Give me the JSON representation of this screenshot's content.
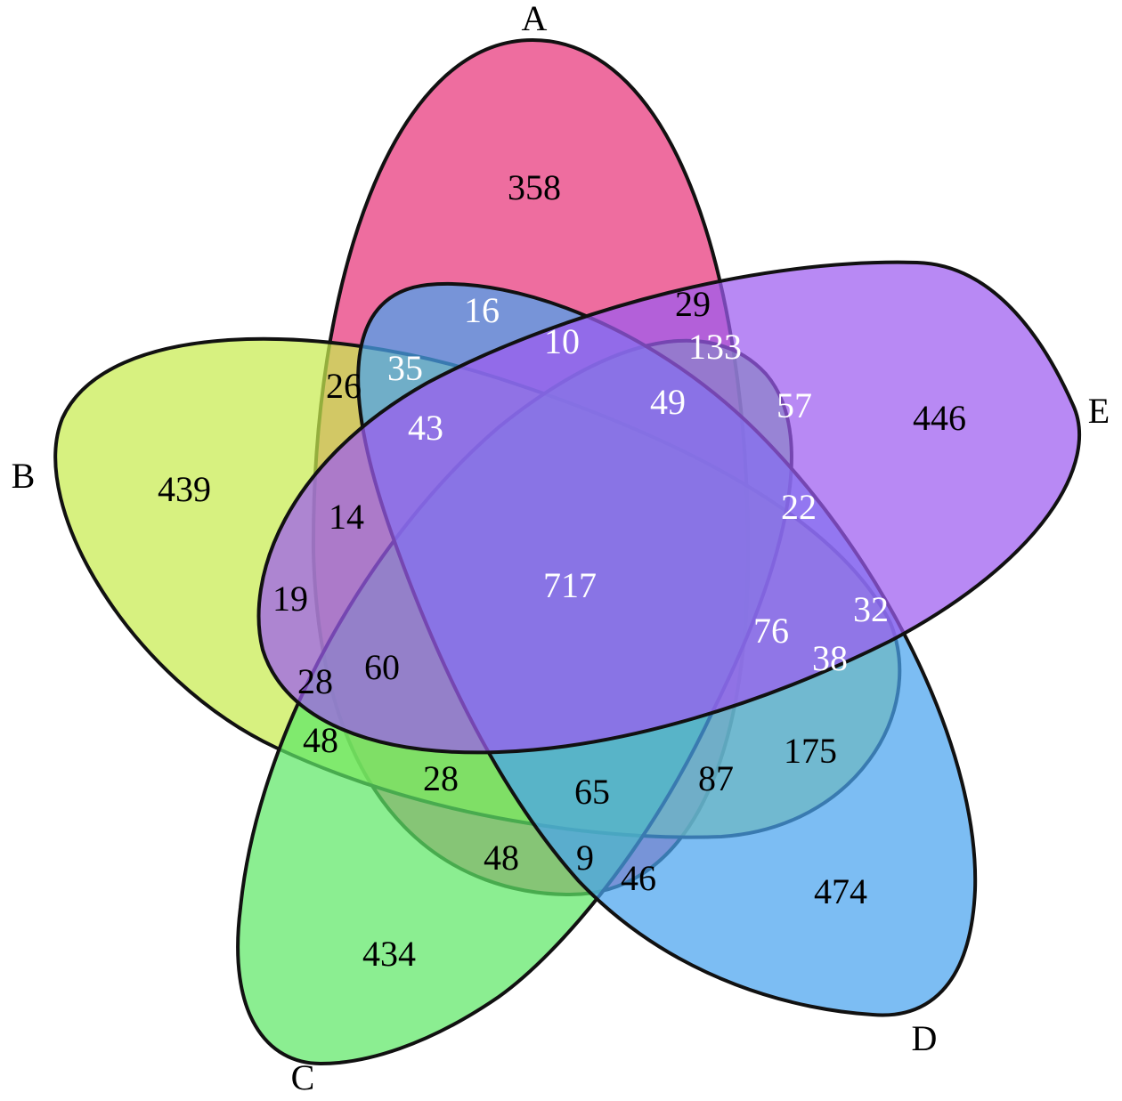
{
  "sets": [
    {
      "id": "A",
      "label": "A",
      "color": "#e8357a"
    },
    {
      "id": "B",
      "label": "B",
      "color": "#c8ec4f"
    },
    {
      "id": "C",
      "label": "C",
      "color": "#5ee866"
    },
    {
      "id": "D",
      "label": "D",
      "color": "#4aa3ef"
    },
    {
      "id": "E",
      "label": "E",
      "color": "#9d5cf0"
    }
  ],
  "regions": [
    {
      "id": "A",
      "count": "358",
      "text_color": "#000000"
    },
    {
      "id": "B",
      "count": "439",
      "text_color": "#000000"
    },
    {
      "id": "C",
      "count": "434",
      "text_color": "#000000"
    },
    {
      "id": "D",
      "count": "474",
      "text_color": "#000000"
    },
    {
      "id": "E",
      "count": "446",
      "text_color": "#000000"
    },
    {
      "id": "r-16",
      "count": "16",
      "text_color": "#ffffff"
    },
    {
      "id": "r-29",
      "count": "29",
      "text_color": "#000000"
    },
    {
      "id": "r-10",
      "count": "10",
      "text_color": "#ffffff"
    },
    {
      "id": "r-133",
      "count": "133",
      "text_color": "#ffffff"
    },
    {
      "id": "r-26",
      "count": "26",
      "text_color": "#000000"
    },
    {
      "id": "r-35",
      "count": "35",
      "text_color": "#ffffff"
    },
    {
      "id": "r-49",
      "count": "49",
      "text_color": "#ffffff"
    },
    {
      "id": "r-57",
      "count": "57",
      "text_color": "#ffffff"
    },
    {
      "id": "r-43",
      "count": "43",
      "text_color": "#ffffff"
    },
    {
      "id": "r-22",
      "count": "22",
      "text_color": "#ffffff"
    },
    {
      "id": "r-14",
      "count": "14",
      "text_color": "#000000"
    },
    {
      "id": "r-717",
      "count": "717",
      "text_color": "#ffffff"
    },
    {
      "id": "r-19",
      "count": "19",
      "text_color": "#000000"
    },
    {
      "id": "r-32",
      "count": "32",
      "text_color": "#ffffff"
    },
    {
      "id": "r-76",
      "count": "76",
      "text_color": "#ffffff"
    },
    {
      "id": "r-60",
      "count": "60",
      "text_color": "#000000"
    },
    {
      "id": "r-38",
      "count": "38",
      "text_color": "#ffffff"
    },
    {
      "id": "r-28a",
      "count": "28",
      "text_color": "#000000"
    },
    {
      "id": "r-48a",
      "count": "48",
      "text_color": "#000000"
    },
    {
      "id": "r-175",
      "count": "175",
      "text_color": "#000000"
    },
    {
      "id": "r-28b",
      "count": "28",
      "text_color": "#000000"
    },
    {
      "id": "r-65",
      "count": "65",
      "text_color": "#000000"
    },
    {
      "id": "r-87",
      "count": "87",
      "text_color": "#000000"
    },
    {
      "id": "r-48b",
      "count": "48",
      "text_color": "#000000"
    },
    {
      "id": "r-9",
      "count": "9",
      "text_color": "#000000"
    },
    {
      "id": "r-46",
      "count": "46",
      "text_color": "#000000"
    }
  ]
}
